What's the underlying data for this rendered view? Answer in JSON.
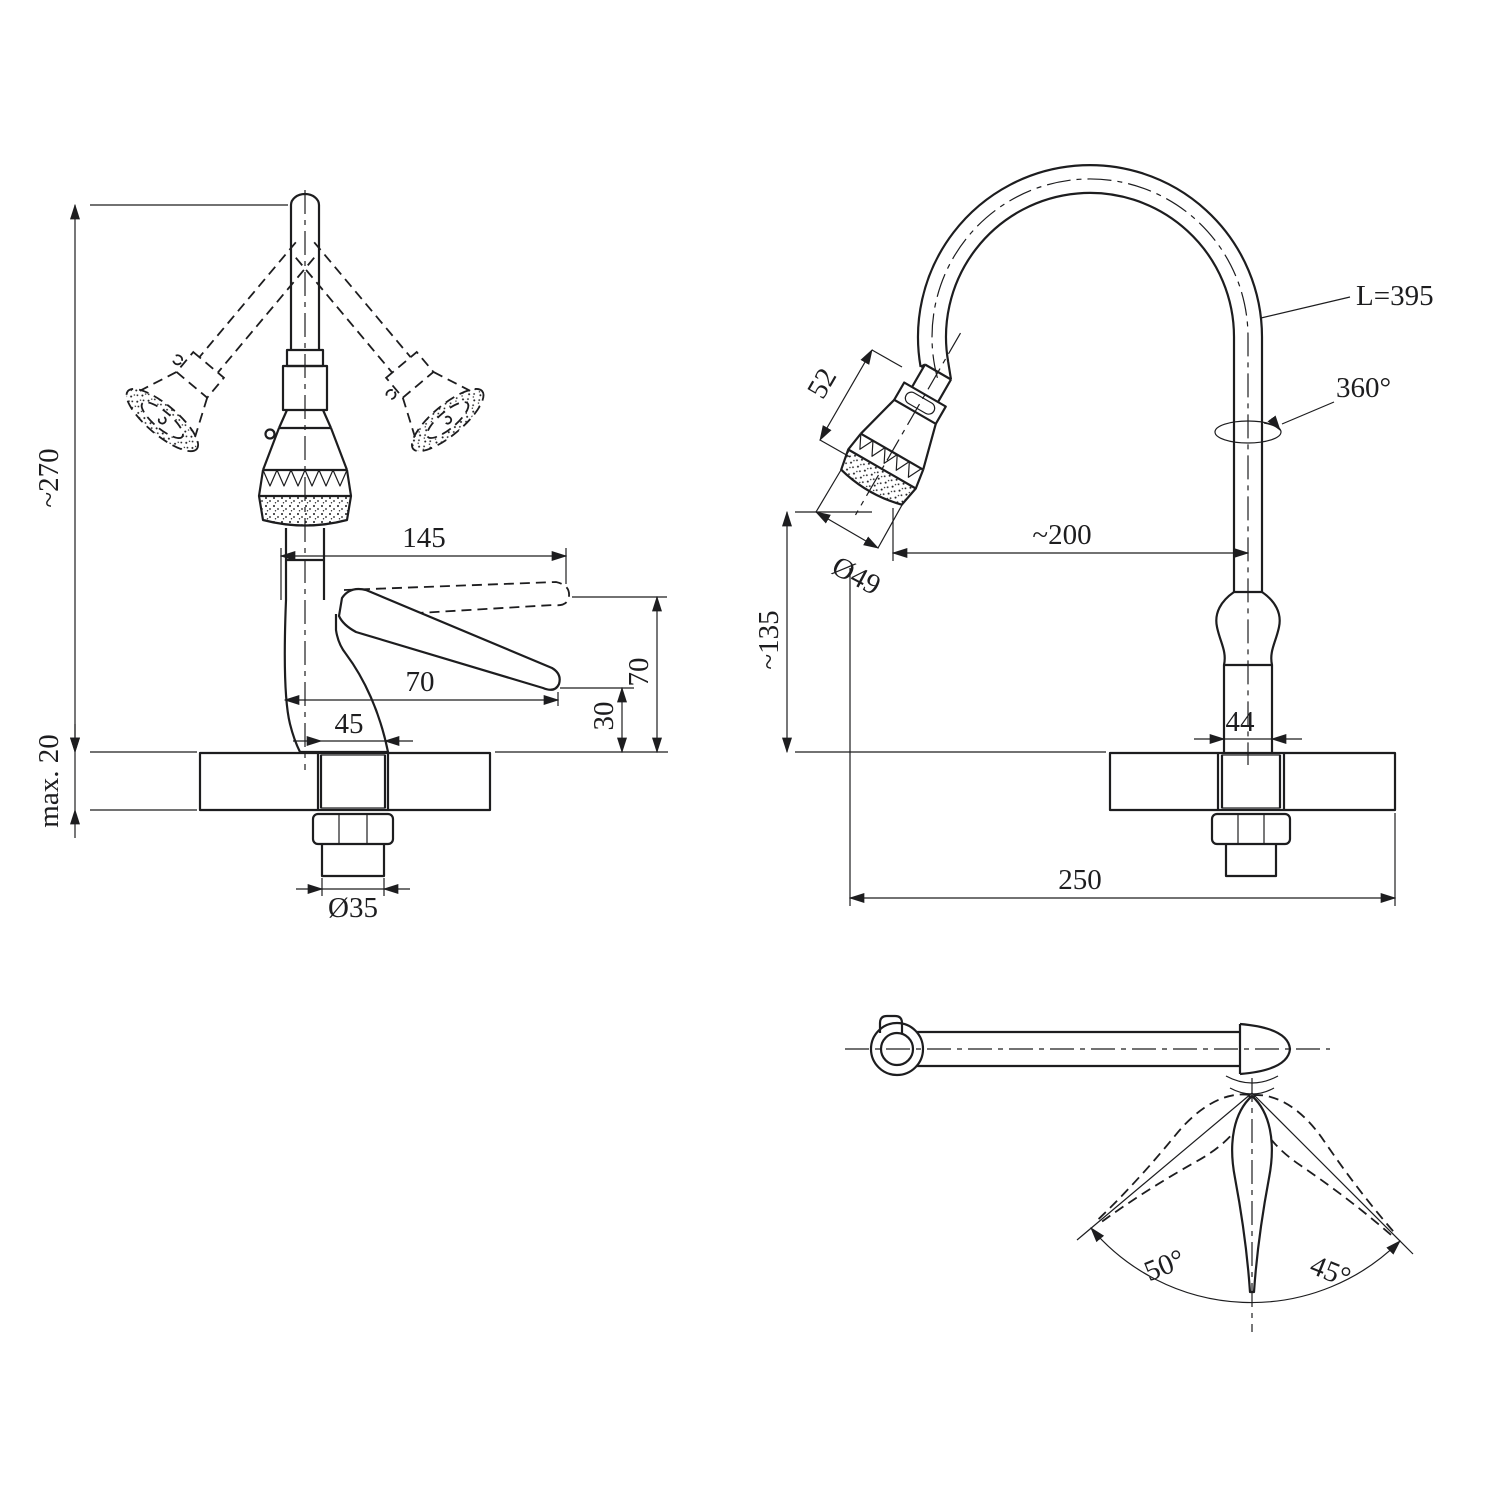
{
  "dims": {
    "front": {
      "overall_height": "~270",
      "mount_thickness": "max. 20",
      "reach": "145",
      "handle_length": "70",
      "base_width": "45",
      "handle_drop": "30",
      "handle_rise": "70",
      "shank_diameter": "Ø35"
    },
    "side": {
      "hose_length": "L=395",
      "swivel": "360°",
      "head_width": "52",
      "reach": "~200",
      "head_diameter": "Ø49",
      "outlet_height": "~135",
      "body_width": "44",
      "overall_depth": "250"
    },
    "top": {
      "swing_left": "50°",
      "swing_right": "45°"
    }
  }
}
